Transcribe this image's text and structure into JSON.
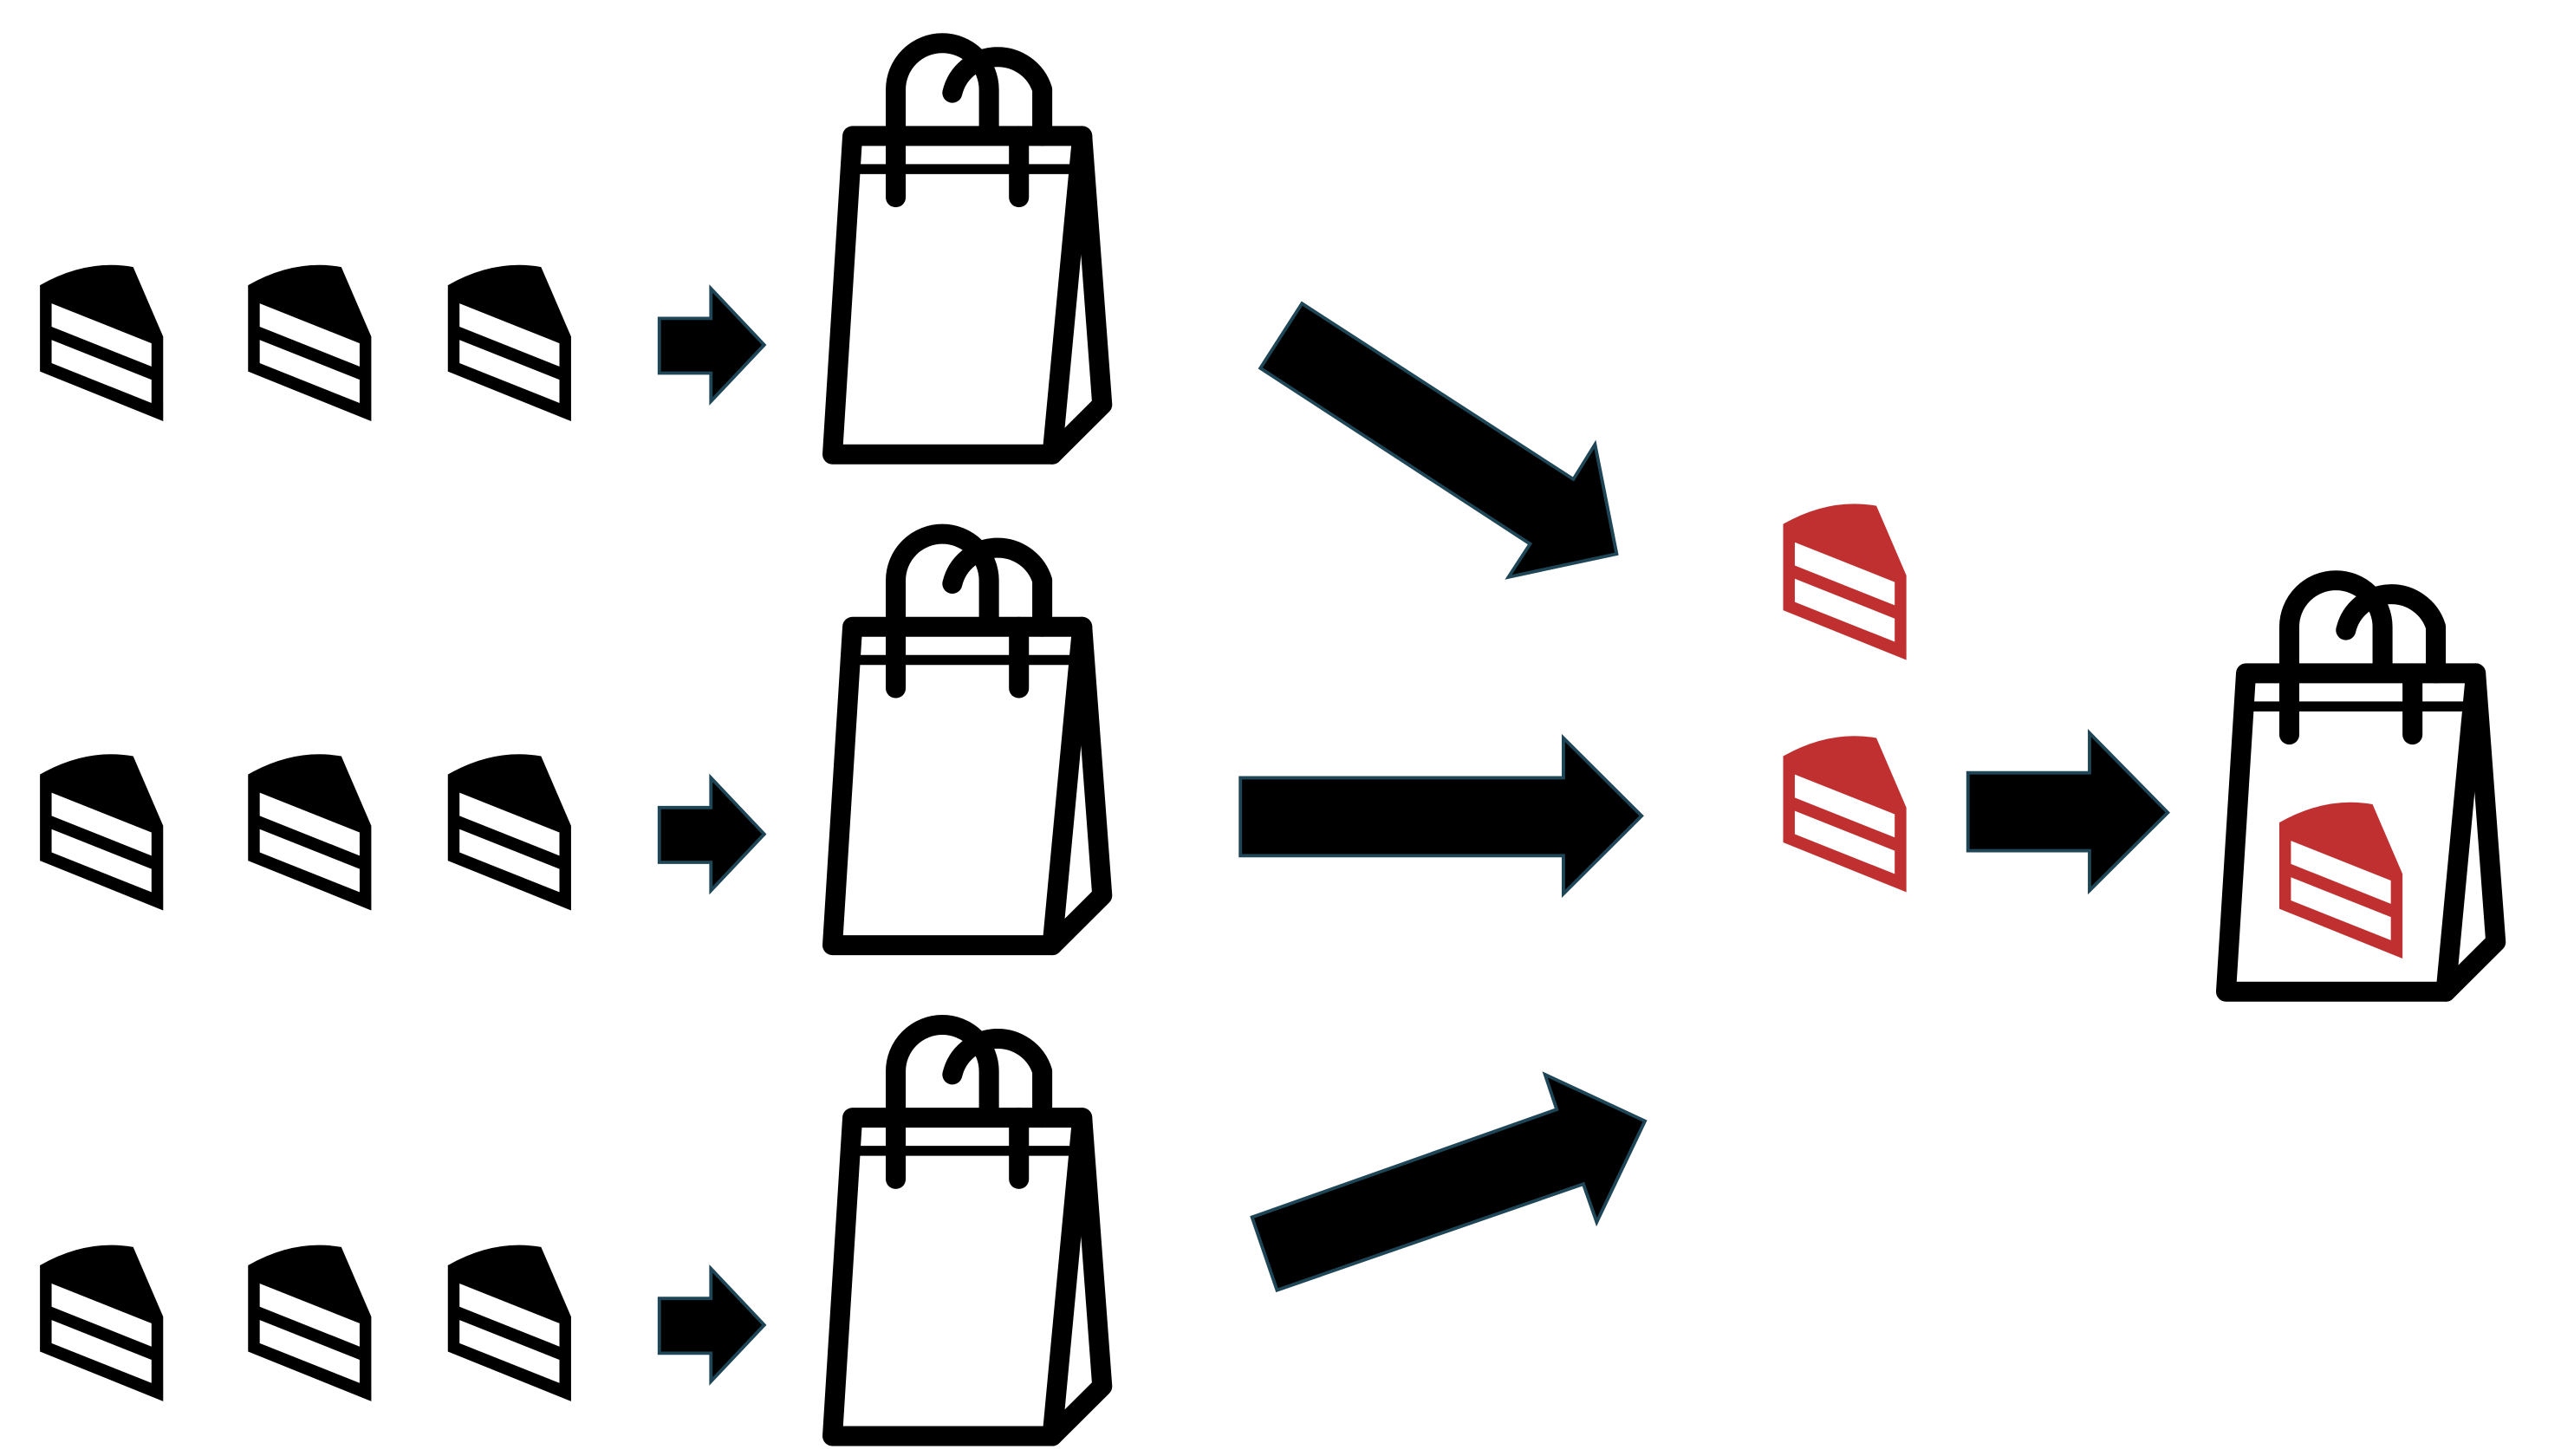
{
  "colors": {
    "background": "#ffffff",
    "item": "#000000",
    "highlight": "#c03030",
    "arrow_outline": "#1f4656"
  },
  "icons": {
    "cake": "cake-slice-icon",
    "bag": "shopping-bag-icon",
    "arrow": "arrow-right-icon"
  },
  "groups": [
    {
      "cake_count": 3
    },
    {
      "cake_count": 3
    },
    {
      "cake_count": 3
    }
  ],
  "merged": {
    "cake_count": 2,
    "bag_cake_count": 1
  }
}
